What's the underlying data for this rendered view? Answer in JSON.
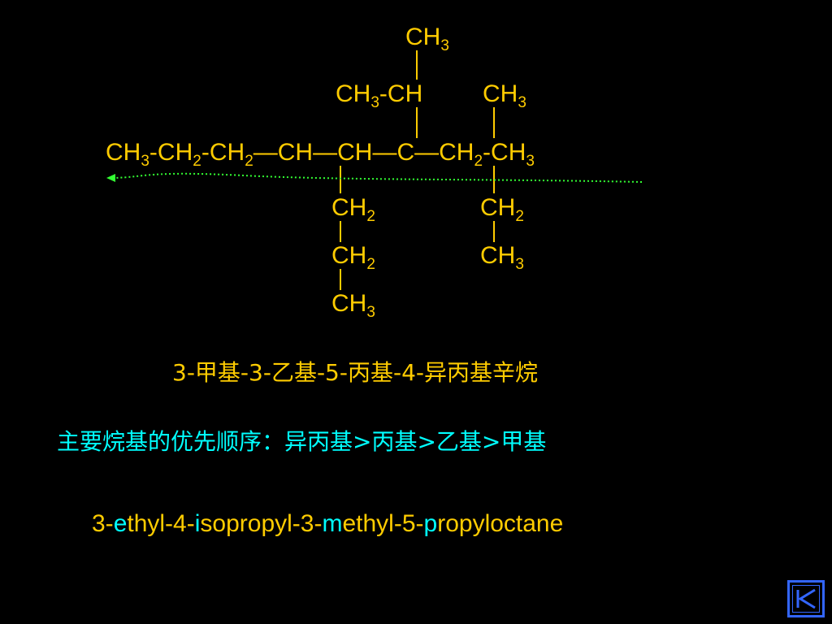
{
  "structure": {
    "top_methyl": {
      "main": "CH",
      "sub": "3"
    },
    "isopropyl_left": {
      "main": "CH",
      "sub": "3",
      "tail": "-CH"
    },
    "c3_methyl": {
      "main": "CH",
      "sub": "3"
    },
    "chain": [
      {
        "main": "CH",
        "sub": "3",
        "tail": "-"
      },
      {
        "main": "CH",
        "sub": "2",
        "tail": "-"
      },
      {
        "main": "CH",
        "sub": "2",
        "tail": "—"
      },
      {
        "main": "CH",
        "sub": "",
        "tail": "—"
      },
      {
        "main": "CH",
        "sub": "",
        "tail": "—"
      },
      {
        "main": "C",
        "sub": "",
        "tail": "—"
      },
      {
        "main": "CH",
        "sub": "2",
        "tail": "-"
      },
      {
        "main": "CH",
        "sub": "3",
        "tail": ""
      }
    ],
    "propyl": [
      {
        "main": "CH",
        "sub": "2"
      },
      {
        "main": "CH",
        "sub": "2"
      },
      {
        "main": "CH",
        "sub": "3"
      }
    ],
    "ethyl": [
      {
        "main": "CH",
        "sub": "2"
      },
      {
        "main": "CH",
        "sub": "3"
      }
    ]
  },
  "cn_name": {
    "part1": "3-甲基-3-乙基-5-丙基-4-异丙基",
    "part2": "辛烷"
  },
  "priority": {
    "text": "主要烷基的优先顺序：异丙基>丙基>乙基>甲基"
  },
  "en_name": {
    "segments": [
      {
        "text": "3-",
        "hl": false
      },
      {
        "text": "e",
        "hl": true
      },
      {
        "text": "thyl-4-",
        "hl": false
      },
      {
        "text": "i",
        "hl": true
      },
      {
        "text": "sopropyl-3-",
        "hl": false
      },
      {
        "text": "m",
        "hl": true
      },
      {
        "text": "ethyl-5-",
        "hl": false
      },
      {
        "text": "p",
        "hl": true
      },
      {
        "text": "ropyloctane",
        "hl": false
      }
    ]
  },
  "colors": {
    "text_yellow": "#ffcc00",
    "highlight_cyan": "#00ffff",
    "arrow_green": "#33ff33",
    "nav_blue": "#3366ff",
    "background": "#000000"
  },
  "nav": {
    "icon": "first-slide-icon"
  }
}
